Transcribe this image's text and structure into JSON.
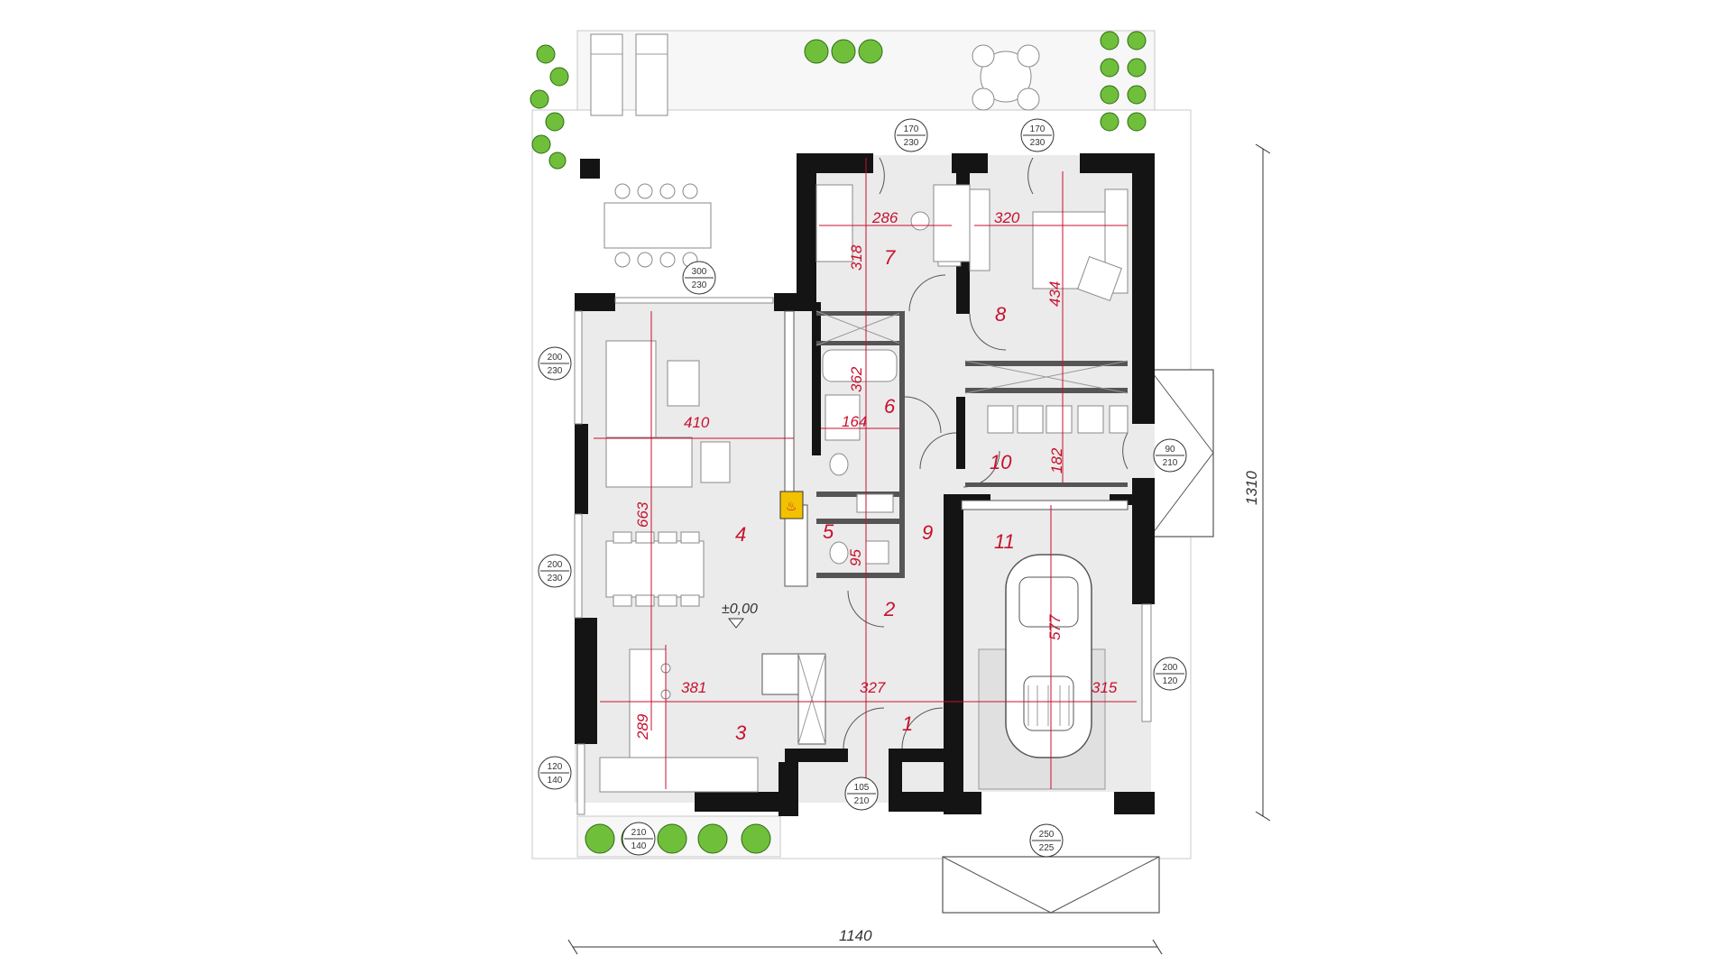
{
  "rooms": [
    {
      "id": "1",
      "label": "1"
    },
    {
      "id": "2",
      "label": "2"
    },
    {
      "id": "3",
      "label": "3"
    },
    {
      "id": "4",
      "label": "4"
    },
    {
      "id": "5",
      "label": "5"
    },
    {
      "id": "6",
      "label": "6"
    },
    {
      "id": "7",
      "label": "7"
    },
    {
      "id": "8",
      "label": "8"
    },
    {
      "id": "9",
      "label": "9"
    },
    {
      "id": "10",
      "label": "10"
    },
    {
      "id": "11",
      "label": "11"
    }
  ],
  "room_dimensions": [
    "286",
    "318",
    "320",
    "434",
    "410",
    "663",
    "362",
    "164",
    "182",
    "95",
    "577",
    "381",
    "327",
    "315",
    "289"
  ],
  "overall_dimensions": {
    "width": "1140",
    "height": "1310"
  },
  "level": "±0,00",
  "openings": [
    {
      "top": "170",
      "bottom": "230"
    },
    {
      "top": "170",
      "bottom": "230"
    },
    {
      "top": "300",
      "bottom": "230"
    },
    {
      "top": "200",
      "bottom": "230"
    },
    {
      "top": "200",
      "bottom": "230"
    },
    {
      "top": "90",
      "bottom": "210"
    },
    {
      "top": "200",
      "bottom": "120"
    },
    {
      "top": "120",
      "bottom": "140"
    },
    {
      "top": "210",
      "bottom": "140"
    },
    {
      "top": "105",
      "bottom": "210"
    },
    {
      "top": "250",
      "bottom": "225"
    }
  ],
  "colors": {
    "accent": "#c8102e",
    "wall": "#141414",
    "floor": "#ebebeb",
    "plant": "#6fbf3b",
    "fireplace": "#f2c200"
  },
  "icons": [
    "plant-icon",
    "car-icon",
    "fireplace-icon",
    "sofa-icon",
    "bed-icon",
    "bathtub-icon",
    "toilet-icon",
    "dining-table-icon",
    "sun-lounger-icon",
    "garden-table-icon"
  ]
}
